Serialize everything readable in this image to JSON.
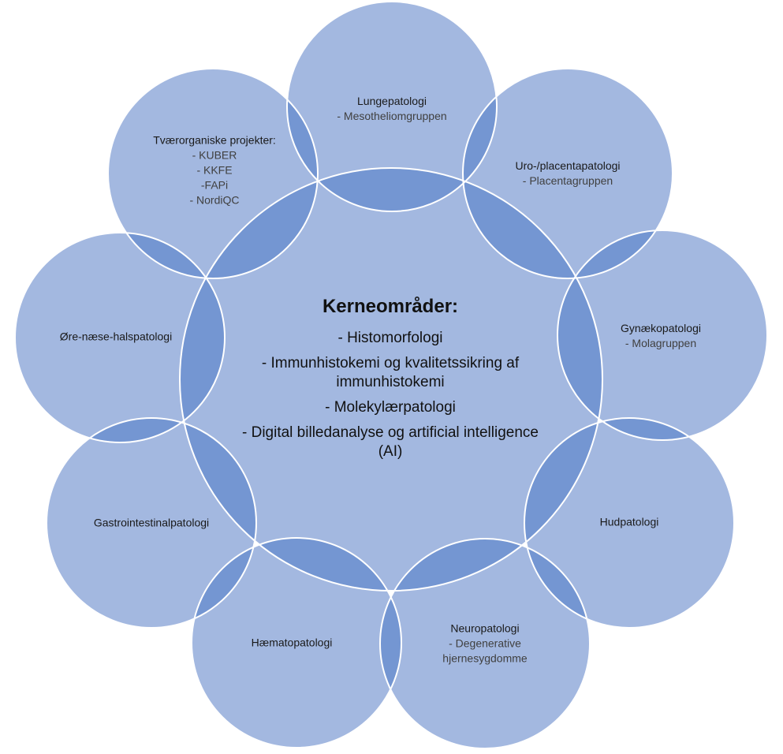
{
  "colors": {
    "fill": "#a3b8e0",
    "overlap": "#7496d2",
    "stroke": "#ffffff"
  },
  "center": {
    "title": "Kerneområder:",
    "items": [
      "- Histomorfologi",
      "- Immunhistokemi og kvalitetssikring af immunhistokemi",
      "- Molekylærpatologi",
      "- Digital billedanalyse og artificial intelligence (AI)"
    ]
  },
  "nodes": [
    {
      "title": "Lungepatologi",
      "sub": [
        "- Mesotheliomgruppen"
      ]
    },
    {
      "title": "Uro-/placentapatologi",
      "sub": [
        "- Placentagruppen"
      ]
    },
    {
      "title": "Gynækopatologi",
      "sub": [
        "- Molagruppen"
      ]
    },
    {
      "title": "Hudpatologi",
      "sub": []
    },
    {
      "title": "Neuropatologi",
      "sub": [
        "- Degenerative hjernesygdomme"
      ]
    },
    {
      "title": "Hæmatopatologi",
      "sub": []
    },
    {
      "title": "Gastrointestinalpatologi",
      "sub": []
    },
    {
      "title": "Øre-næse-halspatologi",
      "sub": []
    },
    {
      "title": "Tværorganiske projekter:",
      "sub": [
        "- KUBER",
        "- KKFE",
        "-FAPi",
        "- NordiQC"
      ]
    }
  ]
}
